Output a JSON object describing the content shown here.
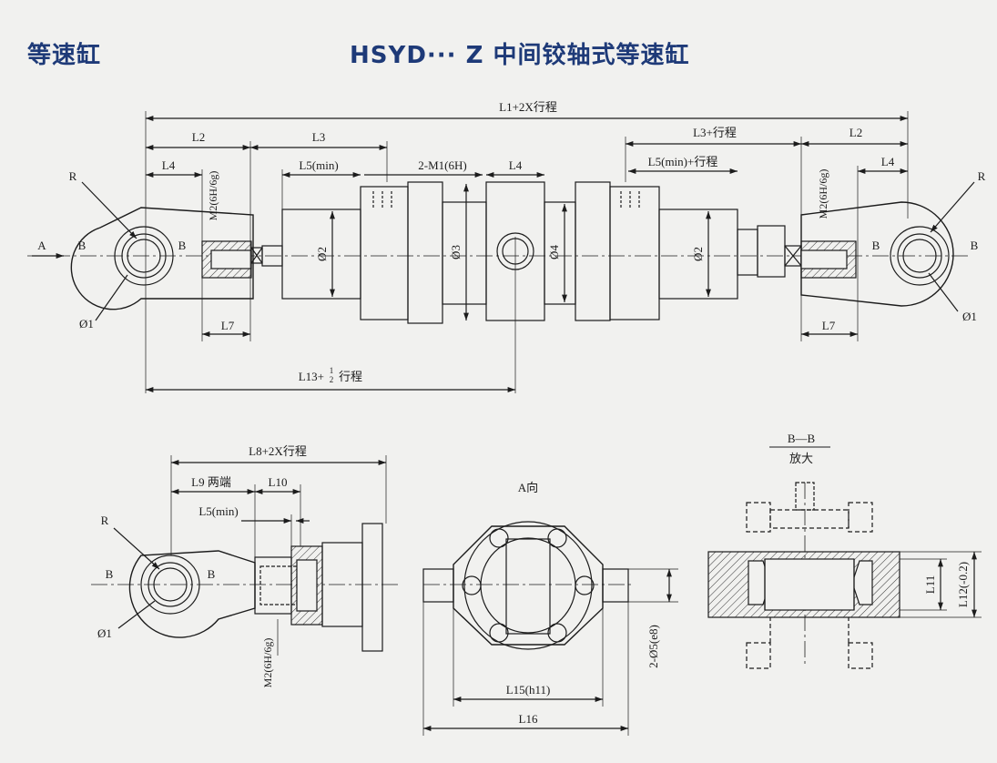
{
  "header": {
    "category": "等速缸",
    "title": "HSYD··· Z 中间铰轴式等速缸"
  },
  "top_view": {
    "dims": {
      "L1_2X": "L1+2X行程",
      "L2_left": "L2",
      "L3": "L3",
      "L3_stroke": "L3+行程",
      "L2_right": "L2",
      "L4_left": "L4",
      "L5_min": "L5(min)",
      "M1": "2-M1(6H)",
      "L4_center": "L4",
      "L5_min_stroke": "L5(min)+行程",
      "L4_right": "L4",
      "R_left": "R",
      "R_right": "R",
      "A": "A",
      "B1": "B",
      "B2": "B",
      "B3": "B",
      "B4": "B",
      "D1_left": "Ø1",
      "D1_right": "Ø1",
      "D2_left": "Ø2",
      "D3": "Ø3",
      "D4": "Ø4",
      "D2_right": "Ø2",
      "M2_left": "M2(6H/6g)",
      "M2_right": "M2(6H/6g)",
      "L7_left": "L7",
      "L7_right": "L7",
      "L13_prefix": "L13+",
      "L13_frac_num": "1",
      "L13_frac_den": "2",
      "L13_suffix": "行程"
    }
  },
  "bottom_left": {
    "dims": {
      "L8": "L8+2X行程",
      "L9": "L9 两端",
      "L10": "L10",
      "L5_min": "L5(min)",
      "R": "R",
      "B_left": "B",
      "B_right": "B",
      "D1": "Ø1",
      "M2": "M2(6H/6g)"
    }
  },
  "view_a": {
    "title": "A向",
    "dims": {
      "D5": "2-Ø5(e8)",
      "L15": "L15(h11)",
      "L16": "L16"
    }
  },
  "section_bb": {
    "title_top": "B—B",
    "title_bottom": "放大",
    "dims": {
      "L11": "L11",
      "L12": "L12(-0.2)"
    }
  }
}
